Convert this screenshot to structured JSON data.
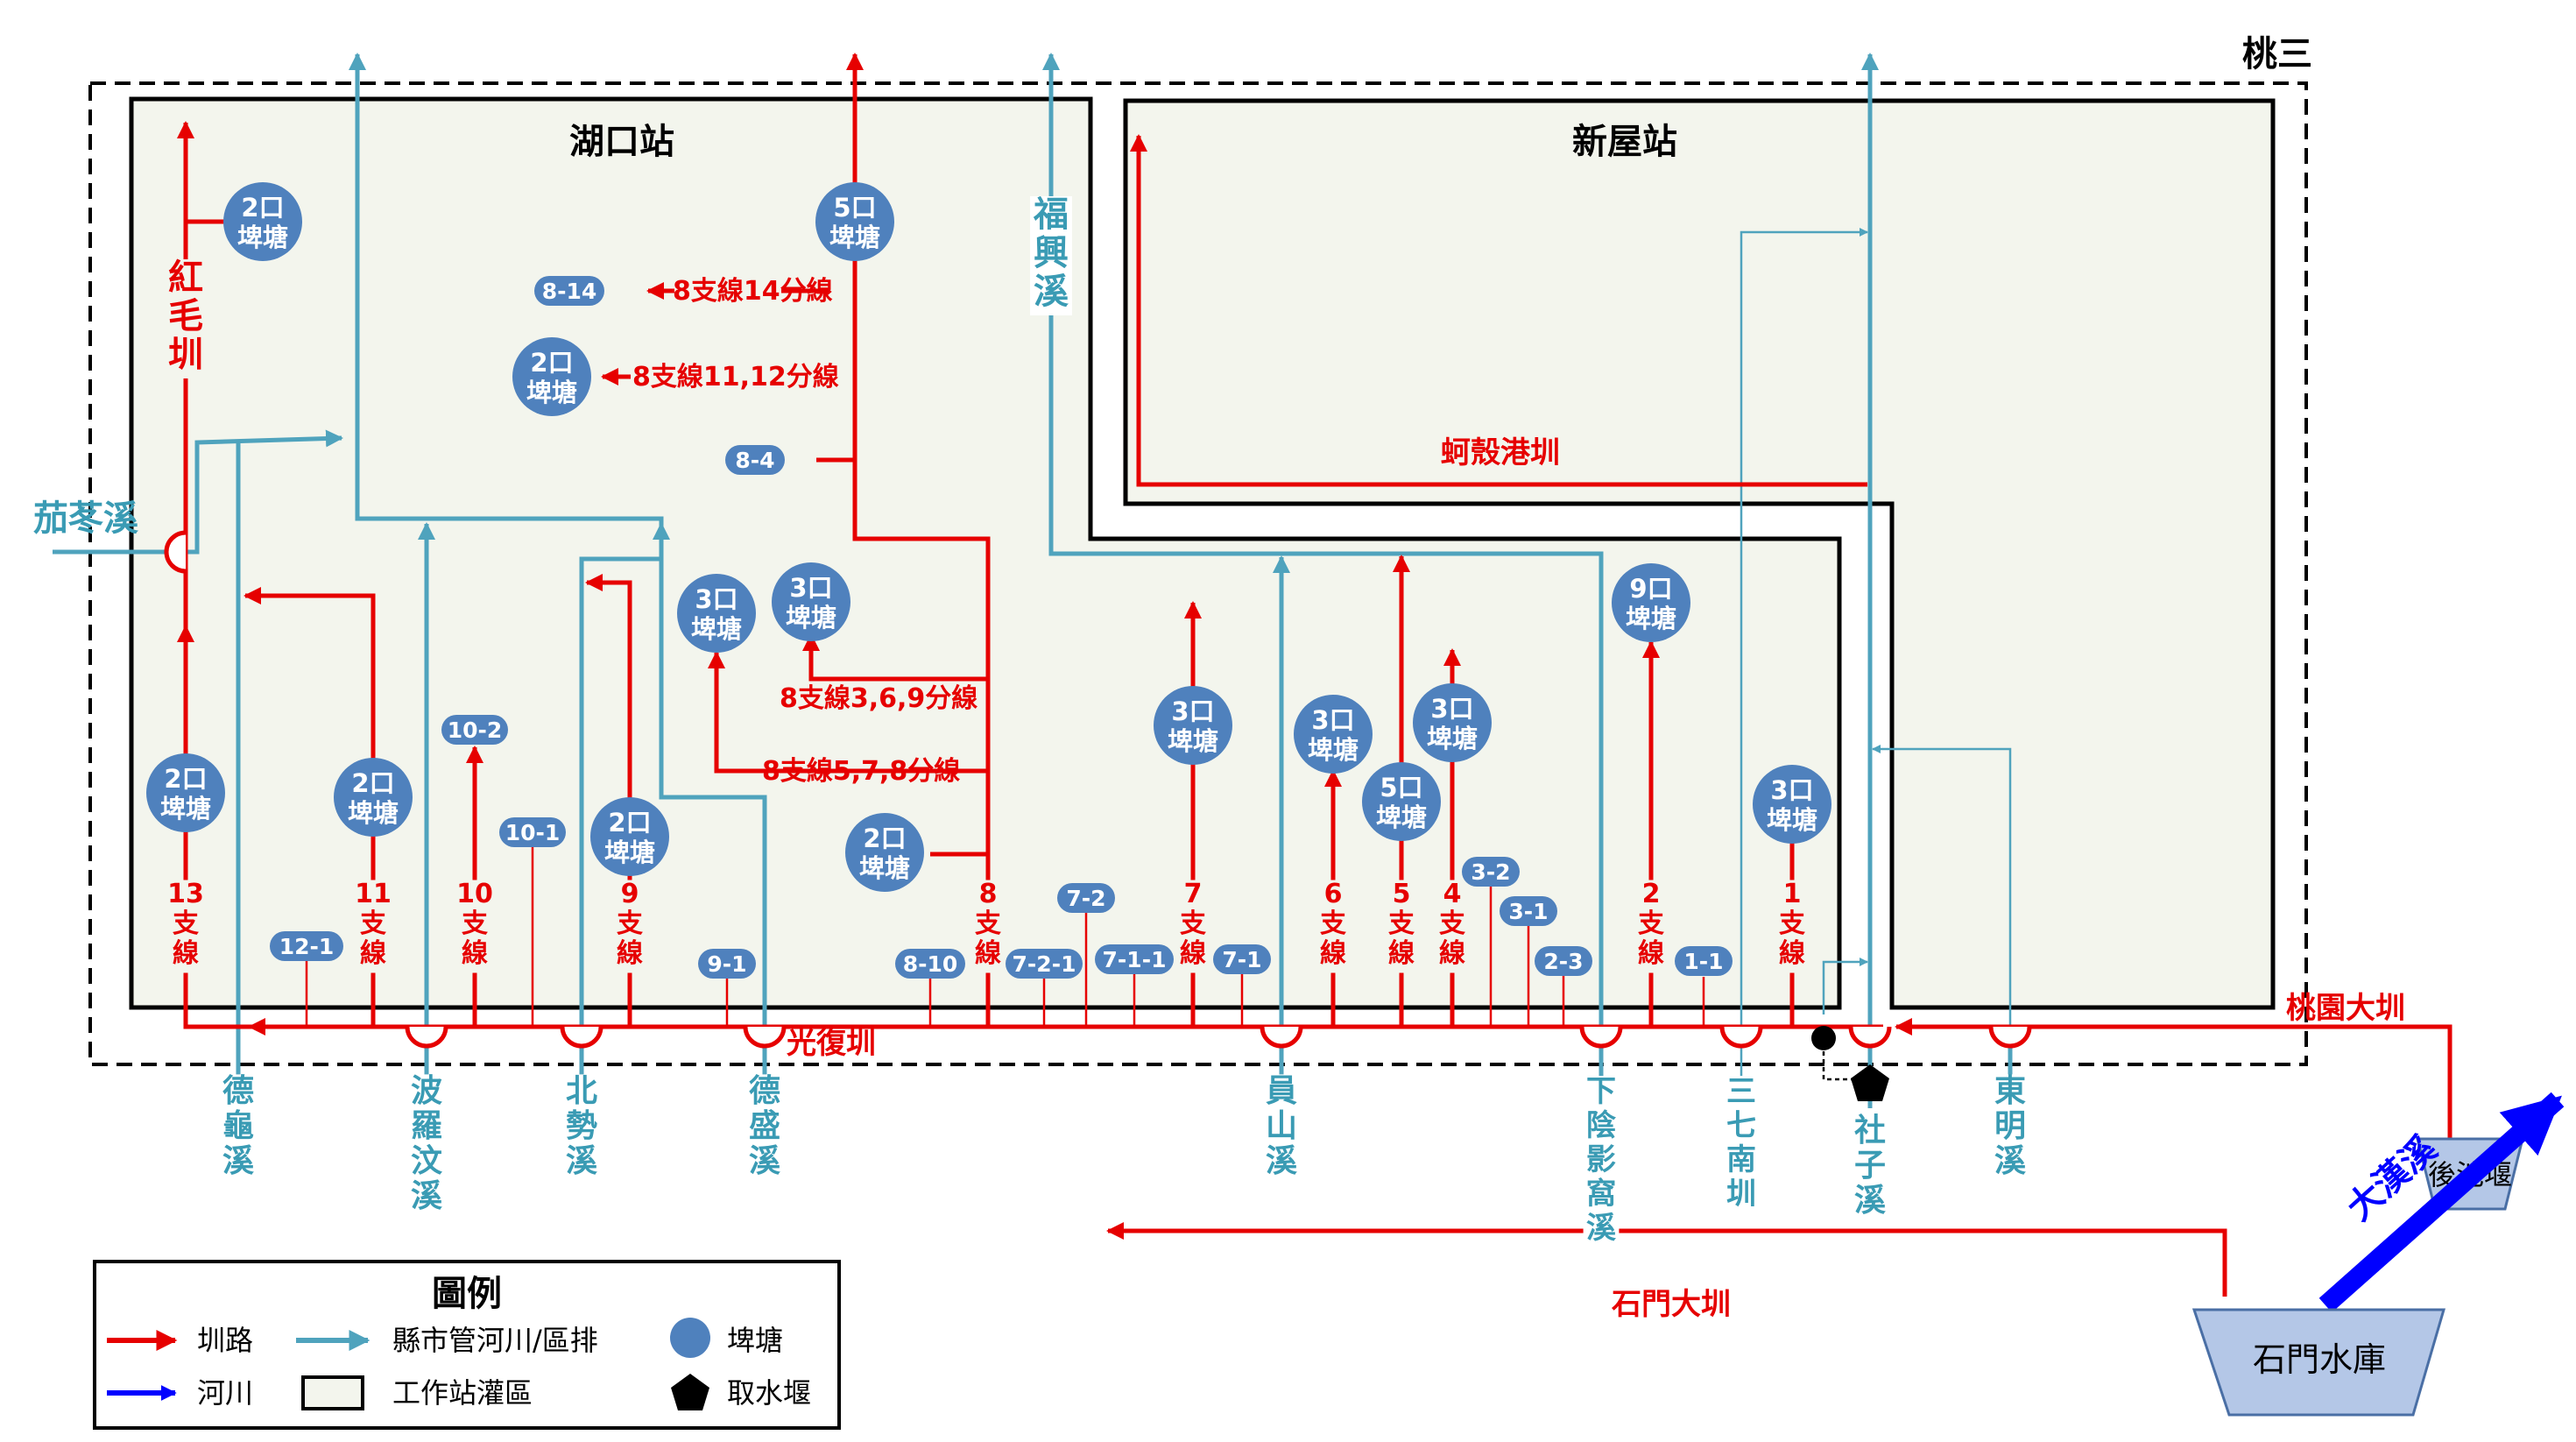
{
  "stations": {
    "outer": "桃三",
    "hukou": "湖口站",
    "xinwu": "新屋站"
  },
  "canals": {
    "guangfu": "光復圳",
    "taoyuan": "桃園大圳",
    "shimen": "石門大圳",
    "hongmao": "紅毛圳",
    "geke": "蚵殼港圳"
  },
  "rivers": {
    "jialao": "茄苳溪",
    "fuxing": "福興溪",
    "degui": "德龜溪",
    "boluowen": "波羅汶溪",
    "beishi": "北勢溪",
    "desheng": "德盛溪",
    "yuanshan": "員山溪",
    "xiayinying": "下陰影窩溪",
    "sanqinan": "三七南圳",
    "shezi": "社子溪",
    "dongming": "東明溪",
    "dahan": "大漢溪"
  },
  "facilities": {
    "reservoir": "石門水庫",
    "houchi": "後池堰"
  },
  "branches": {
    "b13": "13支線",
    "b11": "11支線",
    "b10": "10支線",
    "b9": "9支線",
    "b8": "8支線",
    "b7": "7支線",
    "b6": "6支線",
    "b5": "5支線",
    "b4": "4支線",
    "b2": "2支線",
    "b1": "1支線"
  },
  "sublines": {
    "s8_14": "8支線14分線",
    "s8_11": "8支線11,12分線",
    "s8_369": "8支線3,6,9分線",
    "s8_578": "8支線5,7,8分線"
  },
  "ponds": {
    "p2": "2口",
    "p3": "3口",
    "p5": "5口",
    "p9": "9口",
    "suffix": "埤塘"
  },
  "pills": {
    "p8_14": "8-14",
    "p8_4": "8-4",
    "p10_2": "10-2",
    "p10_1": "10-1",
    "p12_1": "12-1",
    "p9_1": "9-1",
    "p8_10": "8-10",
    "p7_2_1": "7-2-1",
    "p7_2": "7-2",
    "p7_1_1": "7-1-1",
    "p7_1": "7-1",
    "p3_2": "3-2",
    "p3_1": "3-1",
    "p2_3": "2-3",
    "p1_1": "1-1"
  },
  "legend": {
    "title": "圖例",
    "canal": "圳路",
    "city_river": "縣市管河川/區排",
    "pond": "埤塘",
    "river": "河川",
    "station_area": "工作站灌區",
    "intake": "取水堰"
  },
  "colors": {
    "canal": "#e60000",
    "city_river": "#4fa3bd",
    "river": "#0000ff",
    "pond": "#4f81bd",
    "station_fill": "#f3f5ed"
  }
}
